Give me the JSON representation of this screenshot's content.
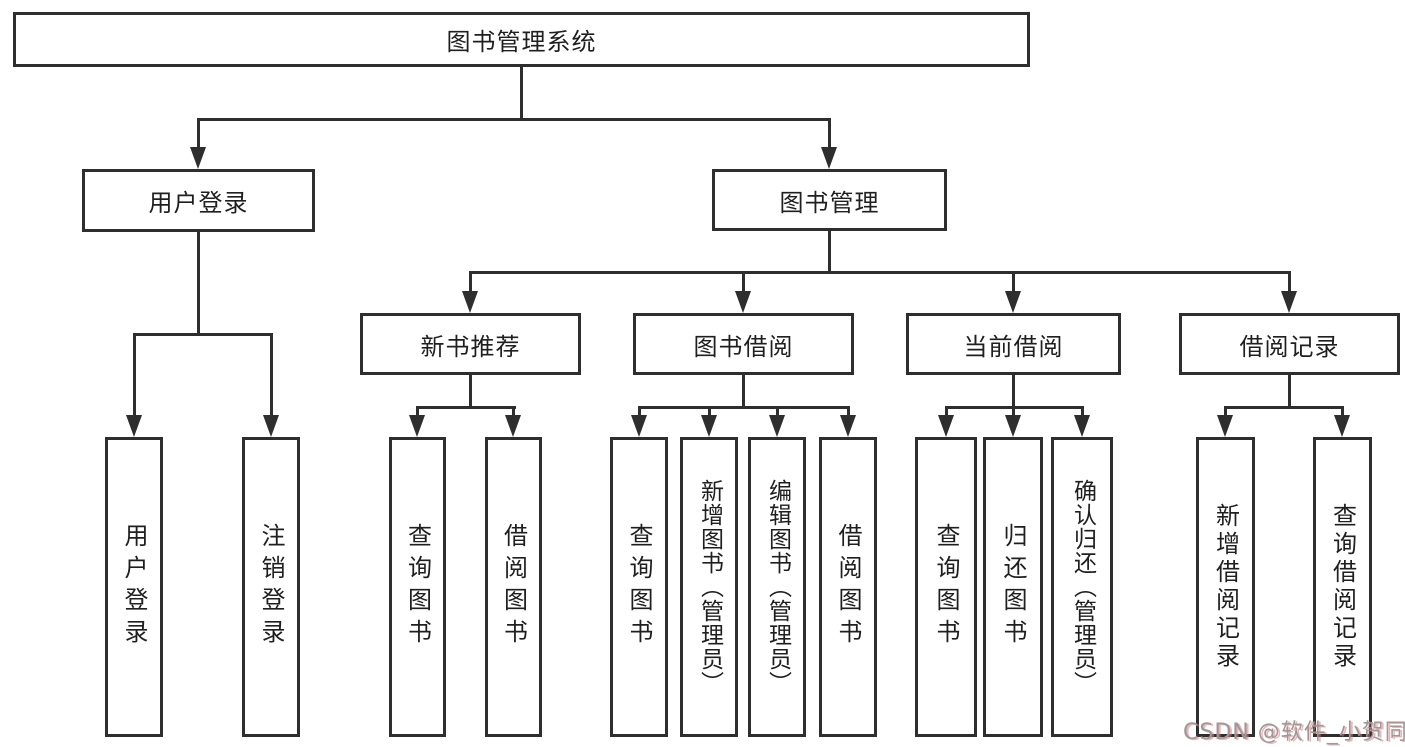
{
  "diagram_title": "图书管理系统",
  "colors": {
    "line": "#2e2e2e",
    "box_border": "#2e2e2e",
    "text": "#1f1f1f",
    "background": "#ffffff",
    "watermark_text": "#9a9a9a"
  },
  "watermark": {
    "text": "CSDN @软件_小贺同学"
  },
  "tree": {
    "root": {
      "label": "图书管理系统",
      "children": [
        {
          "label": "用户登录",
          "children": [
            {
              "label": "用户登录"
            },
            {
              "label": "注销登录"
            }
          ]
        },
        {
          "label": "图书管理",
          "children": [
            {
              "label": "新书推荐",
              "children": [
                {
                  "label": "查询图书"
                },
                {
                  "label": "借阅图书"
                }
              ]
            },
            {
              "label": "图书借阅",
              "children": [
                {
                  "label": "查询图书"
                },
                {
                  "label": "新增图书（管理员）"
                },
                {
                  "label": "编辑图书（管理员）"
                },
                {
                  "label": "借阅图书"
                }
              ]
            },
            {
              "label": "当前借阅",
              "children": [
                {
                  "label": "查询图书"
                },
                {
                  "label": "归还图书"
                },
                {
                  "label": "确认归还（管理员）"
                }
              ]
            },
            {
              "label": "借阅记录",
              "children": [
                {
                  "label": "新增借阅记录"
                },
                {
                  "label": "查询借阅记录"
                }
              ]
            }
          ]
        }
      ]
    }
  }
}
